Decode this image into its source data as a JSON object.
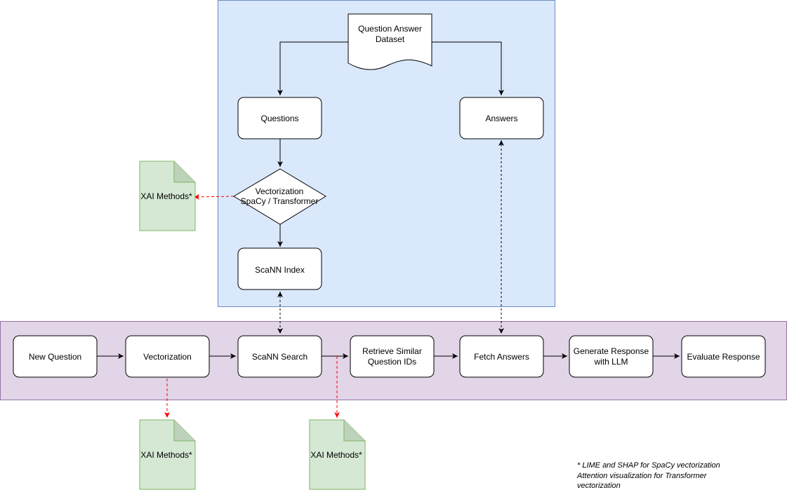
{
  "indexing": {
    "dataset": [
      "Question Answer",
      "Dataset"
    ],
    "questions": "Questions",
    "answers": "Answers",
    "vectorization": [
      "Vectorization",
      "SpaCy / Transformer"
    ],
    "scann_index": "ScaNN Index"
  },
  "pipeline": {
    "new_question": "New Question",
    "vectorization": "Vectorization",
    "scann_search": "ScaNN Search",
    "retrieve": [
      "Retrieve Similar",
      "Question IDs"
    ],
    "fetch_answers": "Fetch Answers",
    "generate": [
      "Generate Response",
      "with LLM"
    ],
    "evaluate": "Evaluate Response"
  },
  "xai": {
    "top": "XAI Methods*",
    "bottom_left": "XAI Methods*",
    "bottom_right": "XAI Methods*"
  },
  "footnote": [
    "* LIME and SHAP for SpaCy vectorization",
    "Attention visualization for Transformer",
    "vectorization"
  ],
  "colors": {
    "index_panel": "#dae8fc",
    "index_panel_border": "#6c8ebf",
    "pipeline_panel": "#e1d5e7",
    "pipeline_panel_border": "#9673a6",
    "xai_fill": "#d5e8d4",
    "xai_border": "#82b366",
    "xai_arrow": "#ff0000"
  }
}
